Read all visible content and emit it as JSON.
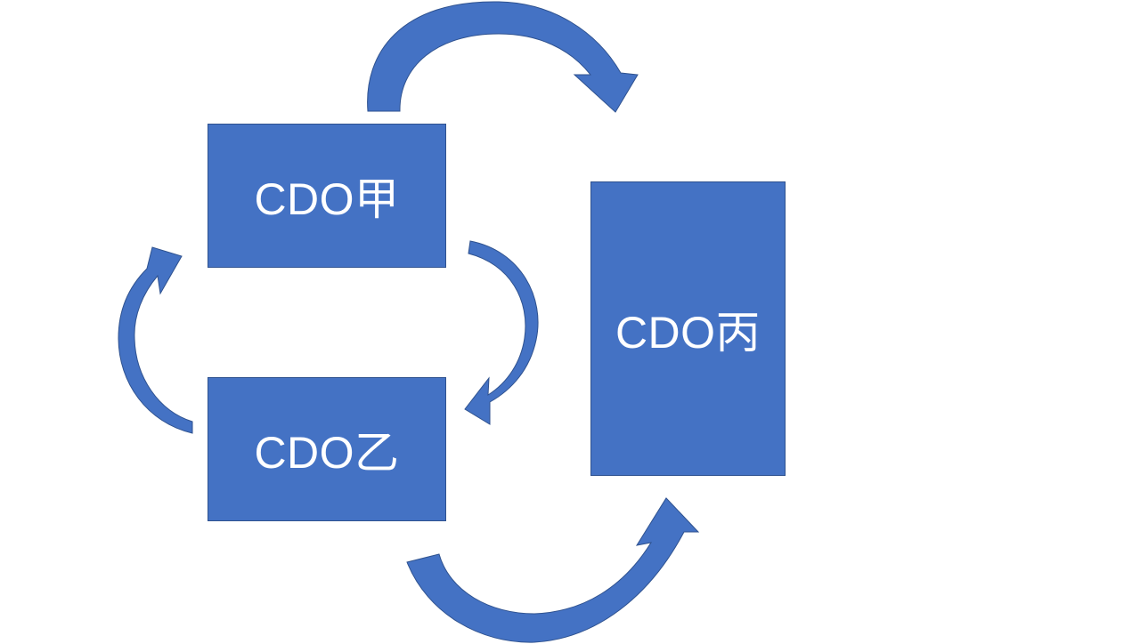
{
  "colors": {
    "fill": "#4472c4",
    "outline": "#2f528f",
    "text": "#ffffff",
    "background": "#ffffff"
  },
  "nodes": {
    "cdo_a": {
      "label": "CDO甲"
    },
    "cdo_b": {
      "label": "CDO乙"
    },
    "cdo_c": {
      "label": "CDO丙"
    }
  },
  "arrows": [
    {
      "from": "cdo_a",
      "to": "cdo_c",
      "shape": "curved"
    },
    {
      "from": "cdo_a",
      "to": "cdo_b",
      "shape": "curved"
    },
    {
      "from": "cdo_b",
      "to": "cdo_a",
      "shape": "curved"
    },
    {
      "from": "cdo_b",
      "to": "cdo_c",
      "shape": "curved"
    }
  ]
}
